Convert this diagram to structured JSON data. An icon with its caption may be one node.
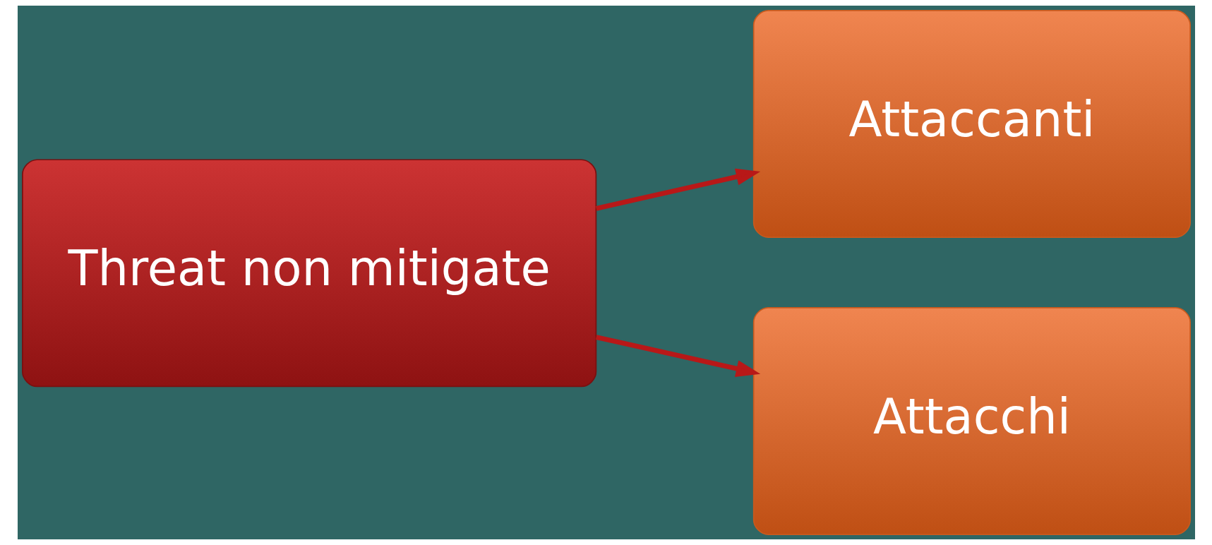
{
  "diagram": {
    "nodes": [
      {
        "text": [
          "Threat non mitigate"
        ]
      },
      {
        "text": [
          "Attaccanti"
        ]
      },
      {
        "text": [
          "Attacchi"
        ]
      }
    ],
    "edges": [
      {
        "from": 0,
        "to": 1,
        "arrow": "to"
      },
      {
        "from": 0,
        "to": 2,
        "arrow": "to"
      }
    ]
  }
}
